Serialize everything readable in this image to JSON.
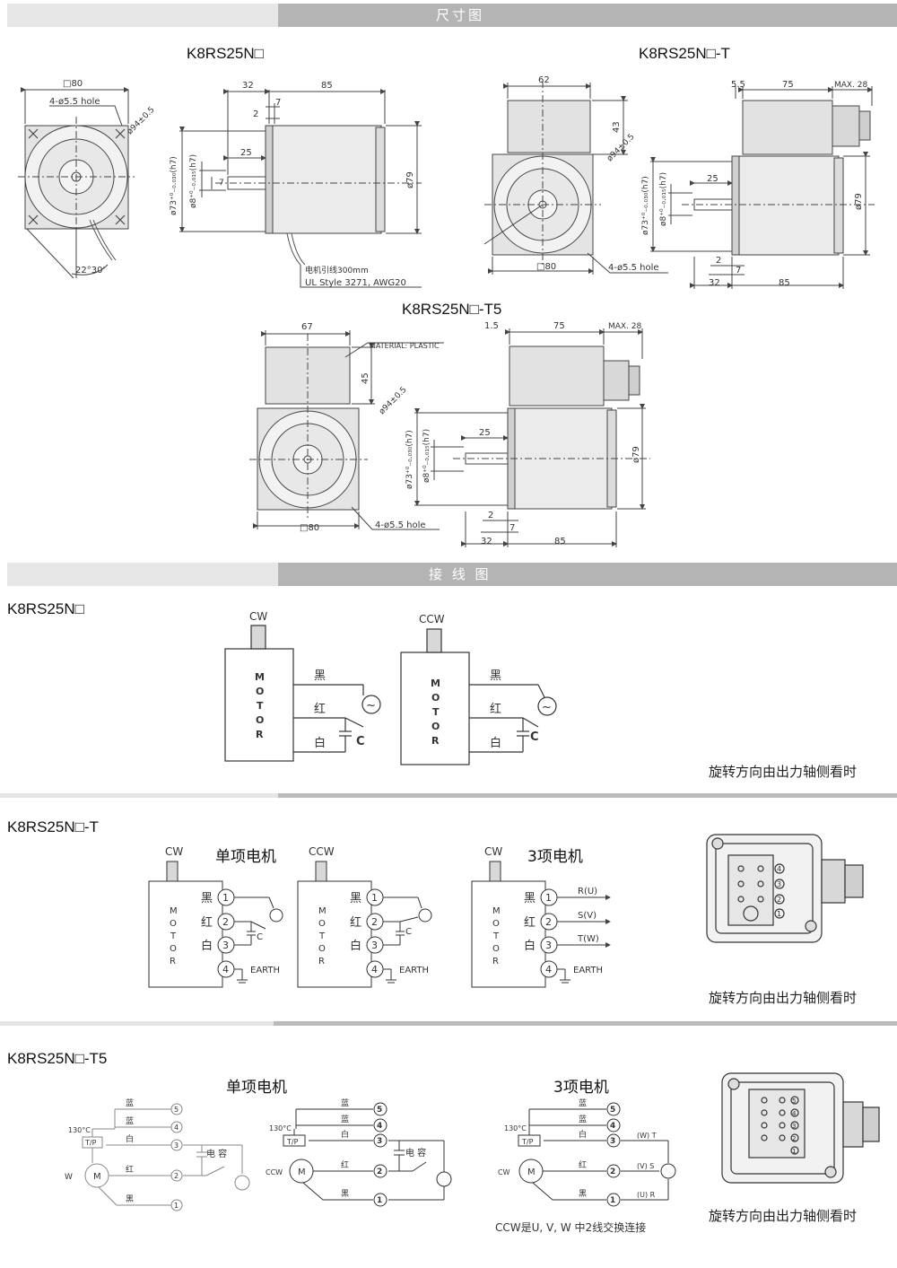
{
  "sections": {
    "dimensions": "尺寸图",
    "wiring": "接 线 图"
  },
  "dim": {
    "titleA": "K8RS25N□",
    "titleB": "K8RS25N□-T",
    "titleC": "K8RS25N□-T5",
    "sq80": "□80",
    "hole": "4-ø5.5 hole",
    "d94": "ø94±0.5",
    "angle": "22°30'",
    "d32": "32",
    "d85": "85",
    "d7": "7",
    "d2": "2",
    "d25": "25",
    "d73": "ø73⁺⁰₋₀.₀₃₀(h7)",
    "d8": "ø8⁺⁰₋₀.₀₁₅(h7)",
    "d79": "ø79",
    "lead1": "电机引线300mm",
    "lead2": "UL Style 3271, AWG20",
    "d62": "62",
    "d43": "43",
    "d55": "5.5",
    "d75": "75",
    "max28": "MAX. 28",
    "d67": "67",
    "d45": "45",
    "d15": "1.5",
    "material": "MATERIAL: PLASTIC"
  },
  "wiring1": {
    "title": "K8RS25N□",
    "cw": "CW",
    "ccw": "CCW",
    "motor": [
      "M",
      "O",
      "T",
      "O",
      "R"
    ],
    "black": "黑",
    "red": "红",
    "white": "白",
    "cap": "C",
    "note": "旋转方向由出力轴侧看时"
  },
  "wiring2": {
    "title": "K8RS25N□-T",
    "single": "单项电机",
    "three": "3项电机",
    "cw": "CW",
    "ccw": "CCW",
    "motor": [
      "M",
      "O",
      "T",
      "O",
      "R"
    ],
    "black": "黑",
    "red": "红",
    "white": "白",
    "cap": "C",
    "earth": "EARTH",
    "n1": "1",
    "n2": "2",
    "n3": "3",
    "n4": "4",
    "r": "R(U)",
    "s": "S(V)",
    "t": "T(W)",
    "note": "旋转方向由出力轴侧看时"
  },
  "wiring3": {
    "title": "K8RS25N□-T5",
    "single": "单项电机",
    "three": "3项电机",
    "blue": "蓝",
    "white": "白",
    "red": "红",
    "black": "黑",
    "tp": "T/P",
    "temp": "130°C",
    "cap": "电 容",
    "cw": "CW",
    "ccw": "CCW",
    "m": "M",
    "n1": "1",
    "n2": "2",
    "n3": "3",
    "n4": "4",
    "n5": "5",
    "wt": "(W) T",
    "vs": "(V) S",
    "ur": "(U) R",
    "swap": "CCW是U, V, W   中2线交换连接",
    "note": "旋转方向由出力轴侧看时"
  }
}
